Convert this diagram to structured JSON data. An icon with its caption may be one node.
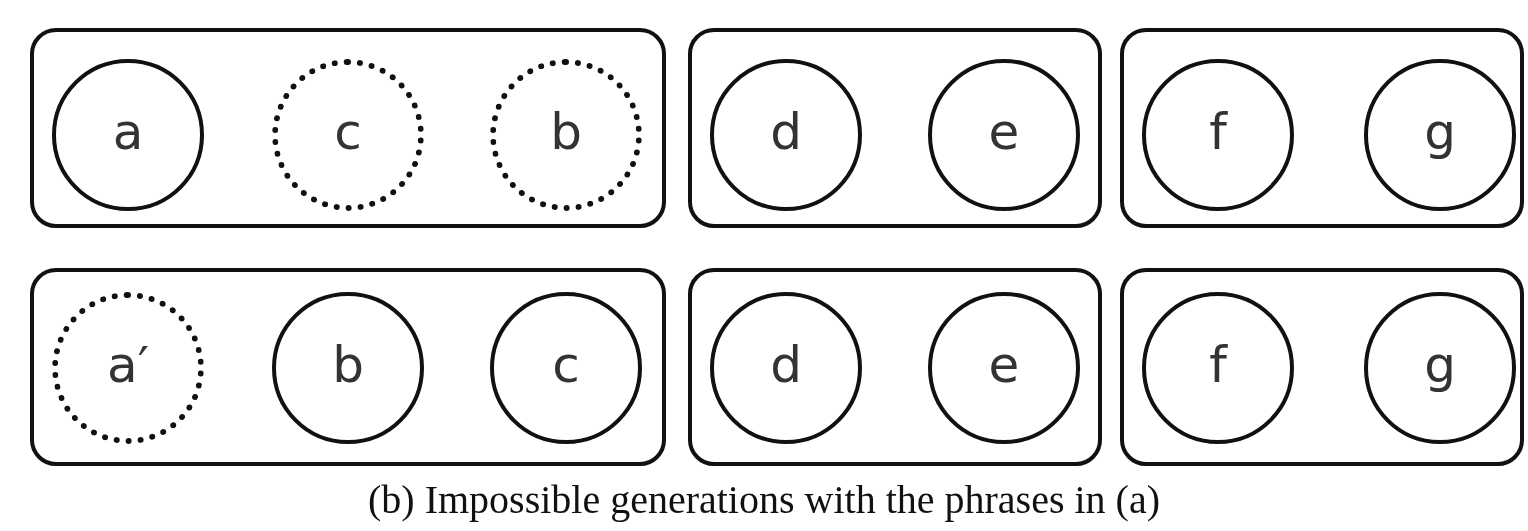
{
  "diagram": {
    "caption": "(b) Impossible generations with the phrases in (a)",
    "nodes": [
      {
        "text": [],
        "shape": "box"
      },
      {
        "text": [
          "a"
        ],
        "in": 0
      },
      {
        "text": [
          "c"
        ],
        "in": 0
      },
      {
        "text": [
          "b"
        ],
        "in": 0
      },
      {
        "text": [],
        "shape": "box"
      },
      {
        "text": [
          "d"
        ],
        "in": 4
      },
      {
        "text": [
          "e"
        ],
        "in": 4
      },
      {
        "text": [],
        "shape": "box"
      },
      {
        "text": [
          "f"
        ],
        "in": 7
      },
      {
        "text": [
          "g"
        ],
        "in": 7
      },
      {
        "text": [],
        "shape": "box"
      },
      {
        "text": [
          "a′"
        ],
        "in": 10
      },
      {
        "text": [
          "b"
        ],
        "in": 10
      },
      {
        "text": [
          "c"
        ],
        "in": 10
      },
      {
        "text": [],
        "shape": "box"
      },
      {
        "text": [
          "d"
        ],
        "in": 14
      },
      {
        "text": [
          "e"
        ],
        "in": 14
      },
      {
        "text": [],
        "shape": "box"
      },
      {
        "text": [
          "f"
        ],
        "in": 17
      },
      {
        "text": [
          "g"
        ],
        "in": 17
      }
    ]
  }
}
